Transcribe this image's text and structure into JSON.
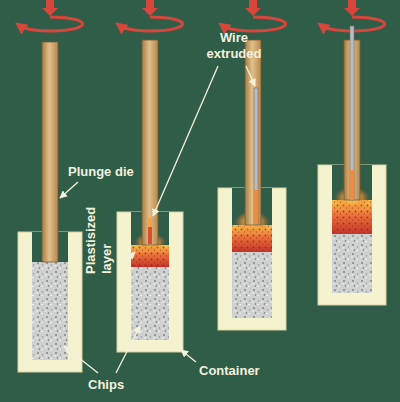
{
  "diagram": {
    "labels": [
      "Plunge die",
      "Wire extruded",
      "Plastisized layer",
      "Chips",
      "Container"
    ]
  }
}
